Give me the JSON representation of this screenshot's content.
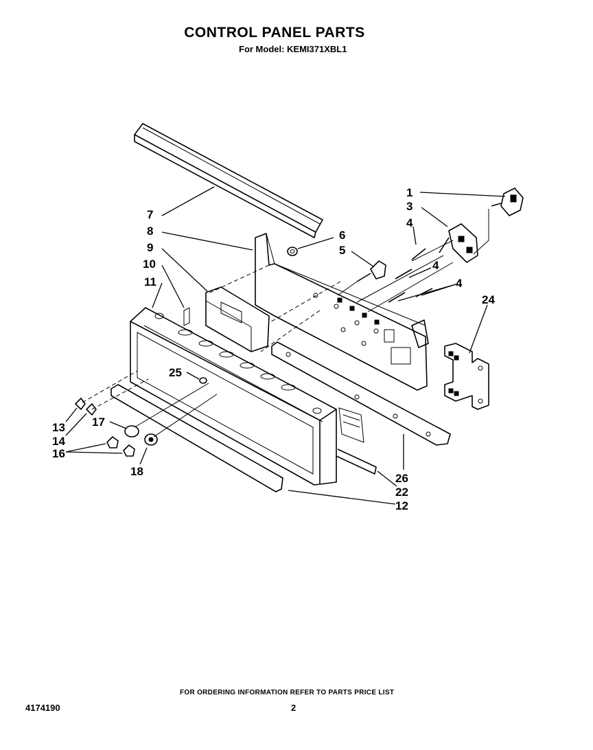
{
  "header": {
    "title": "CONTROL PANEL PARTS",
    "subtitle": "For Model: KEMI371XBL1"
  },
  "footer": {
    "ordering_note": "FOR ORDERING INFORMATION REFER TO PARTS PRICE LIST",
    "document_number": "4174190",
    "page_number": "2"
  },
  "callouts": {
    "c1": "1",
    "c3": "3",
    "c4a": "4",
    "c4b": "4",
    "c4c": "4",
    "c5": "5",
    "c6": "6",
    "c7": "7",
    "c8": "8",
    "c9": "9",
    "c10": "10",
    "c11": "11",
    "c12": "12",
    "c13": "13",
    "c14": "14",
    "c16": "16",
    "c17": "17",
    "c18": "18",
    "c22": "22",
    "c24": "24",
    "c25": "25",
    "c26": "26"
  },
  "parts": [
    {
      "ref": "1",
      "icon": "connector-icon"
    },
    {
      "ref": "3",
      "icon": "bracket-icon"
    },
    {
      "ref": "4",
      "icon": "screw-icon"
    },
    {
      "ref": "5",
      "icon": "terminal-icon"
    },
    {
      "ref": "6",
      "icon": "nut-icon"
    },
    {
      "ref": "7",
      "icon": "trim-strip-icon"
    },
    {
      "ref": "8",
      "icon": "mounting-bracket-icon"
    },
    {
      "ref": "9",
      "icon": "control-board-icon"
    },
    {
      "ref": "10",
      "icon": "overlay-icon"
    },
    {
      "ref": "11",
      "icon": "panel-frame-icon"
    },
    {
      "ref": "12",
      "icon": "trim-icon"
    },
    {
      "ref": "13",
      "icon": "screw-icon"
    },
    {
      "ref": "14",
      "icon": "screw-icon"
    },
    {
      "ref": "16",
      "icon": "clip-icon"
    },
    {
      "ref": "17",
      "icon": "knob-icon"
    },
    {
      "ref": "18",
      "icon": "washer-icon"
    },
    {
      "ref": "22",
      "icon": "window-icon"
    },
    {
      "ref": "24",
      "icon": "bracket-icon"
    },
    {
      "ref": "25",
      "icon": "grommet-icon"
    },
    {
      "ref": "26",
      "icon": "support-rail-icon"
    }
  ]
}
